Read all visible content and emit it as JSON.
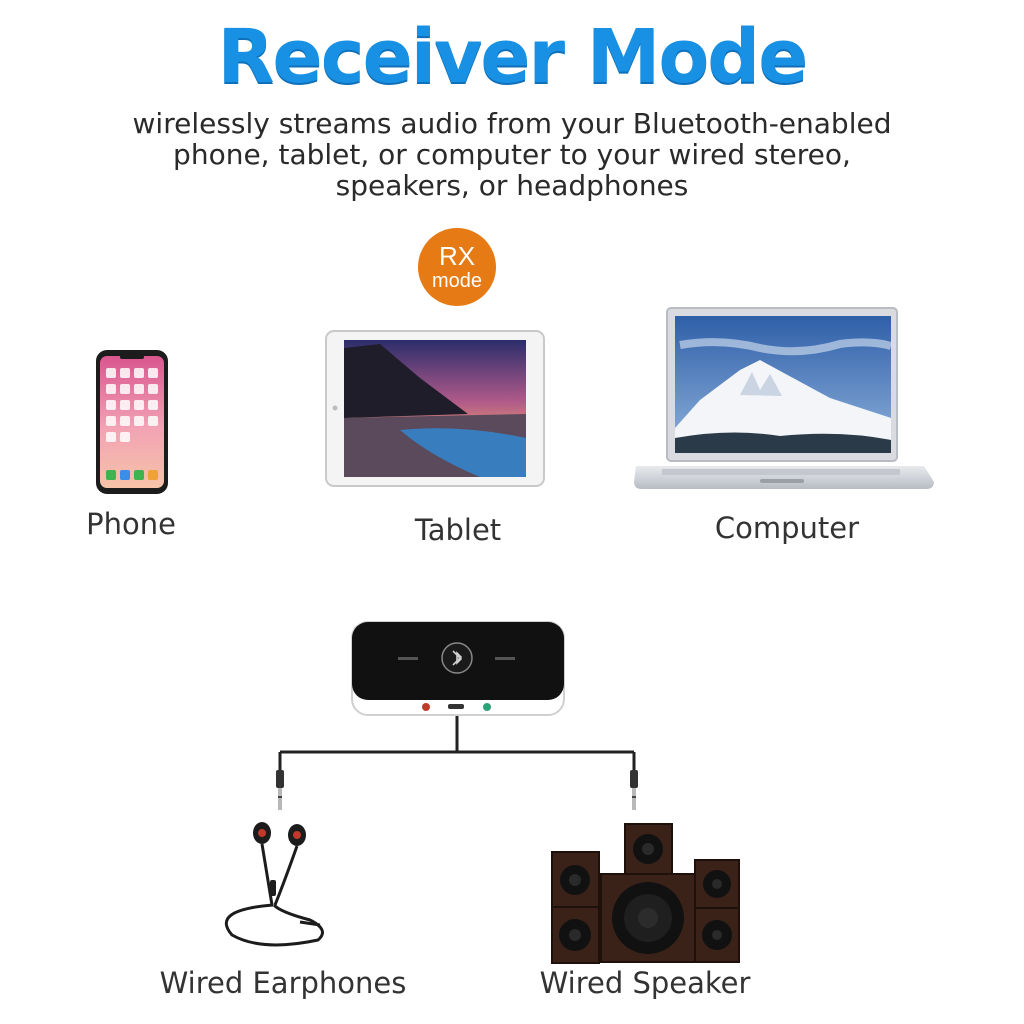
{
  "header": {
    "title": "Receiver Mode",
    "description_lines": [
      "wirelessly streams audio from your Bluetooth-enabled",
      "phone, tablet, or computer to your wired stereo,",
      "speakers, or headphones"
    ]
  },
  "badge": {
    "line1": "RX",
    "line2": "mode",
    "color": "#e67a14"
  },
  "sources": [
    {
      "label": "Phone"
    },
    {
      "label": "Tablet"
    },
    {
      "label": "Computer"
    }
  ],
  "outputs": [
    {
      "label": "Wired Earphones"
    },
    {
      "label": "Wired Speaker"
    }
  ],
  "colors": {
    "title": "#1890e3",
    "text": "#333333"
  }
}
